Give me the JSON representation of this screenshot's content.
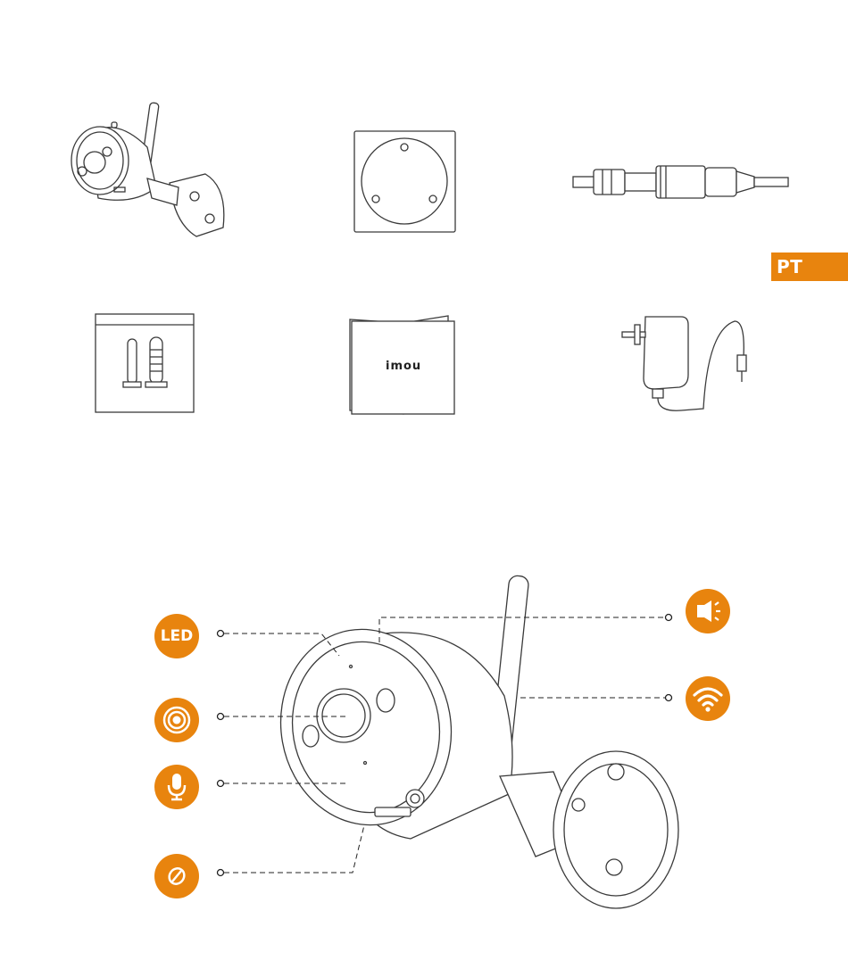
{
  "language_tab": "PT",
  "package_items": [
    {
      "name": "camera-icon"
    },
    {
      "name": "mounting-template-icon"
    },
    {
      "name": "waterproof-connector-icon"
    },
    {
      "name": "screw-pack-icon"
    },
    {
      "name": "quick-start-guide-icon",
      "brand": "imou"
    },
    {
      "name": "power-adapter-icon"
    }
  ],
  "callouts": {
    "led_label": "LED",
    "led": {
      "icon": "led-icon"
    },
    "lens": {
      "icon": "lens-icon"
    },
    "microphone": {
      "icon": "microphone-icon"
    },
    "reset": {
      "icon": "reset-icon"
    },
    "speaker": {
      "icon": "speaker-icon"
    },
    "wifi": {
      "icon": "wifi-icon"
    }
  },
  "colors": {
    "accent": "#e8840e",
    "line": "#3a3a3a"
  }
}
